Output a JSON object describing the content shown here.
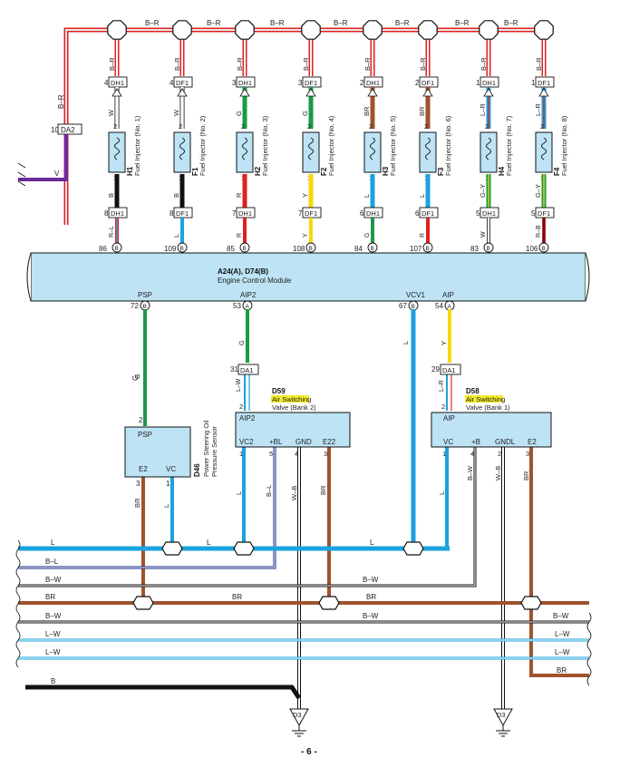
{
  "top_bus_label": "B–R",
  "da2": {
    "pin": "10",
    "conn": "DA2",
    "wire": "B–R",
    "feed": "V"
  },
  "injectors": [
    {
      "upper_wire": "B–R",
      "top_pin": "4",
      "top_conn": "DH1",
      "mid_wire": "W",
      "code": "H1",
      "name": "Fuel Injector (No. 1)",
      "low_wire": "B",
      "bot_pin": "8",
      "bot_conn": "DH1",
      "ecm_wire": "R–L",
      "ecm_pin": "86",
      "terminal": "#10",
      "mid_color": "#ffffff",
      "low_color": "#111111",
      "ecm_color": "#cc2a36",
      "mid_stripe": "",
      "low_stripe": "",
      "ecm_stripe": "#3aa7e0"
    },
    {
      "upper_wire": "B–R",
      "top_pin": "4",
      "top_conn": "DF1",
      "mid_wire": "W",
      "code": "F1",
      "name": "Fuel Injector (No. 2)",
      "low_wire": "B",
      "bot_pin": "8",
      "bot_conn": "DF1",
      "ecm_wire": "L",
      "ecm_pin": "109",
      "terminal": "#20",
      "mid_color": "#ffffff",
      "low_color": "#111111",
      "ecm_color": "#1aa3df",
      "mid_stripe": "",
      "low_stripe": "",
      "ecm_stripe": ""
    },
    {
      "upper_wire": "B–R",
      "top_pin": "3",
      "top_conn": "DH1",
      "mid_wire": "G",
      "code": "H2",
      "name": "Fuel Injector (No. 3)",
      "low_wire": "R",
      "bot_pin": "7",
      "bot_conn": "DH1",
      "ecm_wire": "R",
      "ecm_pin": "85",
      "terminal": "#30",
      "mid_color": "#1a9a48",
      "low_color": "#e02020",
      "ecm_color": "#e02020",
      "mid_stripe": "",
      "low_stripe": "",
      "ecm_stripe": ""
    },
    {
      "upper_wire": "B–R",
      "top_pin": "3",
      "top_conn": "DF1",
      "mid_wire": "G",
      "code": "F2",
      "name": "Fuel Injector (No. 4)",
      "low_wire": "Y",
      "bot_pin": "7",
      "bot_conn": "DF1",
      "ecm_wire": "Y",
      "ecm_pin": "108",
      "terminal": "#40",
      "mid_color": "#1a9a48",
      "low_color": "#f5d90a",
      "ecm_color": "#f5d90a",
      "mid_stripe": "",
      "low_stripe": "",
      "ecm_stripe": ""
    },
    {
      "upper_wire": "B–R",
      "top_pin": "2",
      "top_conn": "DH1",
      "mid_wire": "BR",
      "code": "H3",
      "name": "Fuel Injector (No. 5)",
      "low_wire": "L",
      "bot_pin": "6",
      "bot_conn": "DH1",
      "ecm_wire": "G",
      "ecm_pin": "84",
      "terminal": "#50",
      "mid_color": "#a0522d",
      "low_color": "#1aa3df",
      "ecm_color": "#1a9a48",
      "mid_stripe": "",
      "low_stripe": "",
      "ecm_stripe": ""
    },
    {
      "upper_wire": "B–R",
      "top_pin": "2",
      "top_conn": "DF1",
      "mid_wire": "BR",
      "code": "F3",
      "name": "Fuel Injector (No. 6)",
      "low_wire": "L",
      "bot_pin": "6",
      "bot_conn": "DF1",
      "ecm_wire": "R",
      "ecm_pin": "107",
      "terminal": "#60",
      "mid_color": "#a0522d",
      "low_color": "#1aa3df",
      "ecm_color": "#e02020",
      "mid_stripe": "",
      "low_stripe": "",
      "ecm_stripe": ""
    },
    {
      "upper_wire": "B–R",
      "top_pin": "1",
      "top_conn": "DH1",
      "mid_wire": "L–R",
      "code": "H4",
      "name": "Fuel Injector (No. 7)",
      "low_wire": "G–Y",
      "bot_pin": "5",
      "bot_conn": "DH1",
      "ecm_wire": "W",
      "ecm_pin": "83",
      "terminal": "#70",
      "mid_color": "#1aa3df",
      "low_color": "#1a9a48",
      "ecm_color": "#ffffff",
      "mid_stripe": "#e02020",
      "low_stripe": "#f5d90a",
      "ecm_stripe": ""
    },
    {
      "upper_wire": "B–R",
      "top_pin": "1",
      "top_conn": "DF1",
      "mid_wire": "L–R",
      "code": "F4",
      "name": "Fuel Injector (No. 8)",
      "low_wire": "G–Y",
      "bot_pin": "5",
      "bot_conn": "DF1",
      "ecm_wire": "R–B",
      "ecm_pin": "106",
      "terminal": "#80",
      "mid_color": "#1aa3df",
      "low_color": "#1a9a48",
      "ecm_color": "#e02020",
      "mid_stripe": "#e02020",
      "low_stripe": "#f5d90a",
      "ecm_stripe": "#111111"
    }
  ],
  "ecm": {
    "title": "A24(A), D74(B)",
    "subtitle": "Engine Control Module"
  },
  "ecm_bottom_pins": [
    {
      "name": "PSP",
      "pin": "72",
      "letter": "B"
    },
    {
      "name": "AIP2",
      "pin": "53",
      "letter": "A"
    },
    {
      "name": "VCV1",
      "pin": "67",
      "letter": "B"
    },
    {
      "name": "AIP",
      "pin": "54",
      "letter": "A"
    }
  ],
  "d59": {
    "code": "D59",
    "line1": "Air Switching",
    "line2": "Valve (Bank 2)",
    "conn_pin": "31",
    "conn": "DA1",
    "wire_in": "G",
    "wire_in2": "L–W",
    "pin_in": "2",
    "box_top": "AIP2",
    "terms": [
      "VC2",
      "+BL",
      "GND",
      "E22"
    ],
    "pins": [
      "1",
      "5",
      "4",
      "3"
    ],
    "wires": [
      "L",
      "B–L",
      "W–B",
      "BR"
    ]
  },
  "d58": {
    "code": "D58",
    "line1": "Air Switching",
    "line2": "Valve (Bank 1)",
    "conn_pin": "29",
    "conn": "DA1",
    "wire_in": "Y",
    "wire_in2": "L–R",
    "pin_in": "2",
    "box_top": "AIP",
    "terms": [
      "VC",
      "+B",
      "GNDL",
      "E2"
    ],
    "pins": [
      "1",
      "4",
      "2",
      "3"
    ],
    "wires": [
      "L",
      "B–W",
      "W–B",
      "BR"
    ]
  },
  "d46": {
    "code": "D46",
    "line1": "Power Steering Oil",
    "line2": "Pressure Sensor",
    "pin_top": "2",
    "wire_top": "G",
    "box_top": "PSP",
    "terms": [
      "E2",
      "VC"
    ],
    "pins": [
      "3",
      "1"
    ],
    "wires": [
      "BR",
      "L"
    ]
  },
  "bottom_wires": [
    {
      "label": "L",
      "color": "#1aa3df"
    },
    {
      "label": "B–L",
      "color": "#1a2a8a"
    },
    {
      "label": "B–W",
      "color": "#222222"
    },
    {
      "label": "BR",
      "color": "#a0522d"
    },
    {
      "label": "B–W",
      "color": "#222222"
    },
    {
      "label": "L–W",
      "color": "#1aa3df"
    },
    {
      "label": "L–W",
      "color": "#1aa3df"
    },
    {
      "label": "BR",
      "color": "#a0522d"
    },
    {
      "label": "B",
      "color": "#111111"
    }
  ],
  "ground_labels": [
    "D3",
    "D3"
  ],
  "page_number": "- 6 -"
}
